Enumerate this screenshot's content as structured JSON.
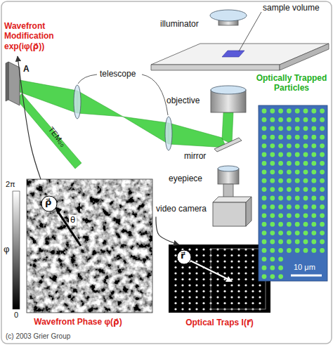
{
  "diagram": {
    "nodes": [
      {
        "text": [
          "Wavefront Modification",
          "exp(iφ(ρ⃗))"
        ]
      },
      {
        "text": [
          "video camera"
        ]
      },
      {
        "text": [
          "Wavefront Phase φ(ρ⃗)"
        ]
      },
      {
        "text": [
          "Optical Traps I(r⃗)"
        ]
      },
      {
        "text": [
          "Optically Trapped Particles"
        ]
      }
    ],
    "edges": [
      {
        "from": 2,
        "to": 0,
        "arrow": "to"
      },
      {
        "from": 1,
        "to": 3,
        "arrow": "to"
      }
    ],
    "labels": [
      "illuminator",
      "sample volume",
      "A",
      "telescope",
      "TEM₀₀",
      "objective",
      "mirror",
      "eyepiece",
      "2π",
      "φ",
      "0",
      "ρ⃗",
      "θ",
      "r⃗",
      "10 μm",
      "(c) 2003 Grier Group"
    ]
  }
}
